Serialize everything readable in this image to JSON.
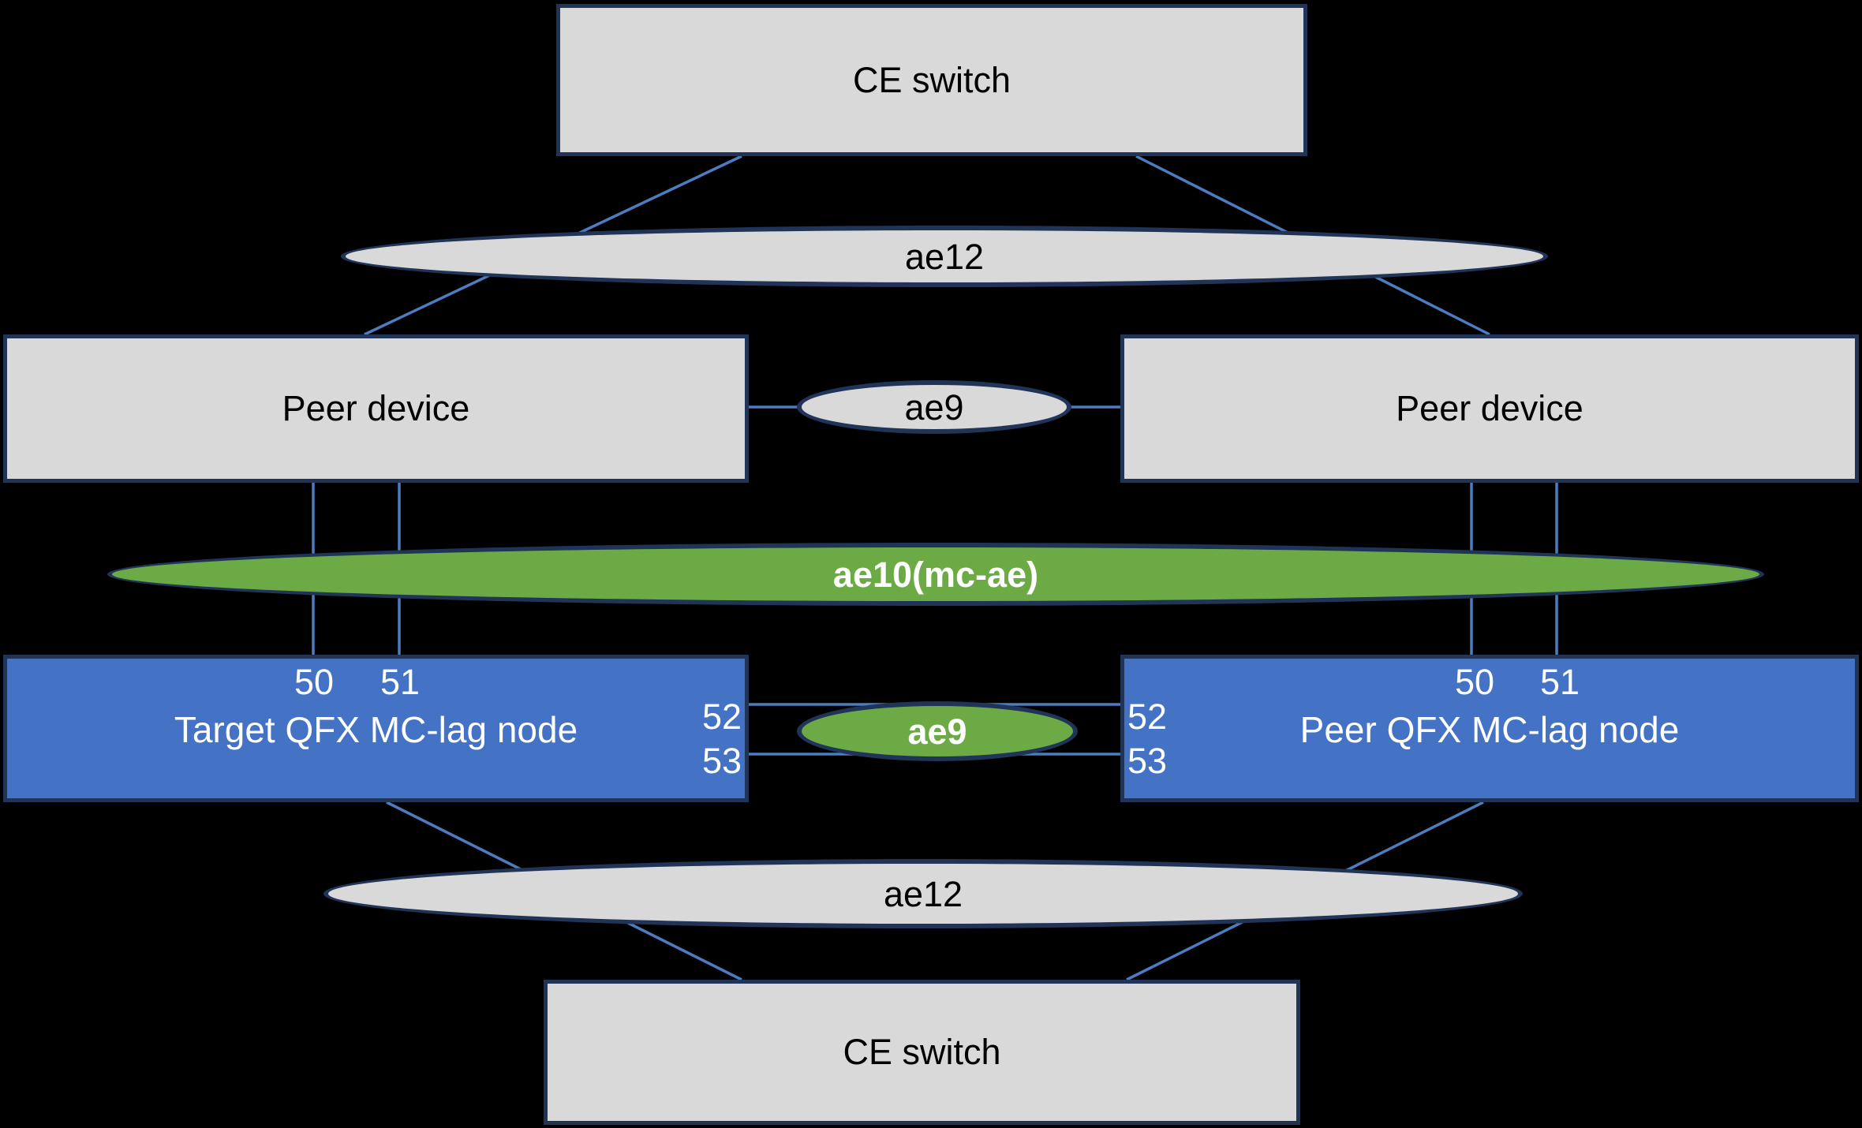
{
  "diagram": {
    "title_implicit": "QFX MC-LAG topology",
    "colors": {
      "background": "#000000",
      "gray_fill": "#d9d9d9",
      "blue_fill": "#4472c4",
      "green_fill": "#6caa45",
      "navy_border": "#1f3456",
      "link_line": "#4d7cc0",
      "text_dark": "#000000",
      "text_light": "#ffffff"
    },
    "nodes": {
      "ce_top": {
        "label": "CE switch"
      },
      "peer_left": {
        "label": "Peer device"
      },
      "peer_right": {
        "label": "Peer device"
      },
      "qfx_left": {
        "label": "Target QFX MC-lag node",
        "port_top_1": "50",
        "port_top_2": "51",
        "port_side_1": "52",
        "port_side_2": "53"
      },
      "qfx_right": {
        "label": "Peer QFX MC-lag node",
        "port_top_1": "50",
        "port_top_2": "51",
        "port_side_1": "52",
        "port_side_2": "53"
      },
      "ce_bottom": {
        "label": "CE switch"
      }
    },
    "links": {
      "ae12_top": {
        "label": "ae12"
      },
      "ae9_top": {
        "label": "ae9"
      },
      "ae10_mcae": {
        "label": "ae10(mc-ae)"
      },
      "ae9_mid": {
        "label": "ae9"
      },
      "ae12_bottom": {
        "label": "ae12"
      }
    }
  }
}
